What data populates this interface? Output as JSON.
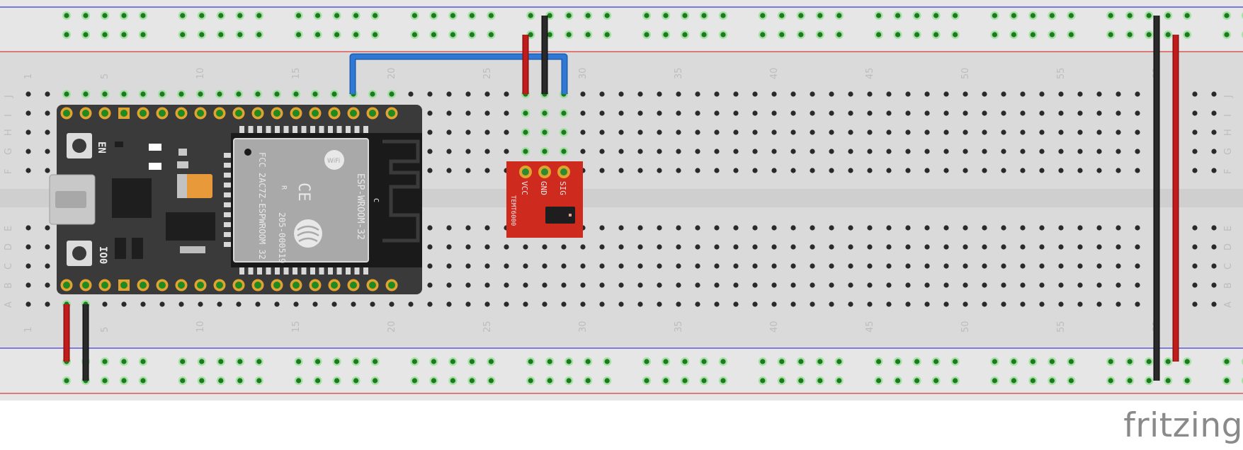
{
  "breadboard": {
    "column_numbers": [
      "1",
      "5",
      "10",
      "15",
      "20",
      "25",
      "30",
      "35",
      "40",
      "45",
      "50",
      "55",
      "60"
    ],
    "top_row_letters": [
      "J",
      "I",
      "H",
      "G",
      "F"
    ],
    "bottom_row_letters": [
      "E",
      "D",
      "C",
      "B",
      "A"
    ]
  },
  "esp32": {
    "button_en_label": "EN",
    "button_io0_label": "IO0",
    "module_title": "ESP-WROOM-32",
    "wifi_text": "WiFi",
    "fcc_text": "FCC 2AC7Z-ESPWROOM 32",
    "code_text": "205-000519",
    "r_mark": "R",
    "ce_mark": "CE",
    "c_mark": "C"
  },
  "sensor": {
    "pin_labels": [
      "VCC",
      "GND",
      "SIG"
    ],
    "name": "TEMT6000"
  },
  "wires": {
    "colors": {
      "red": "#c11b1b",
      "black": "#222222",
      "blue": "#2f78d3"
    }
  },
  "branding": {
    "logo_text": "fritzing"
  }
}
